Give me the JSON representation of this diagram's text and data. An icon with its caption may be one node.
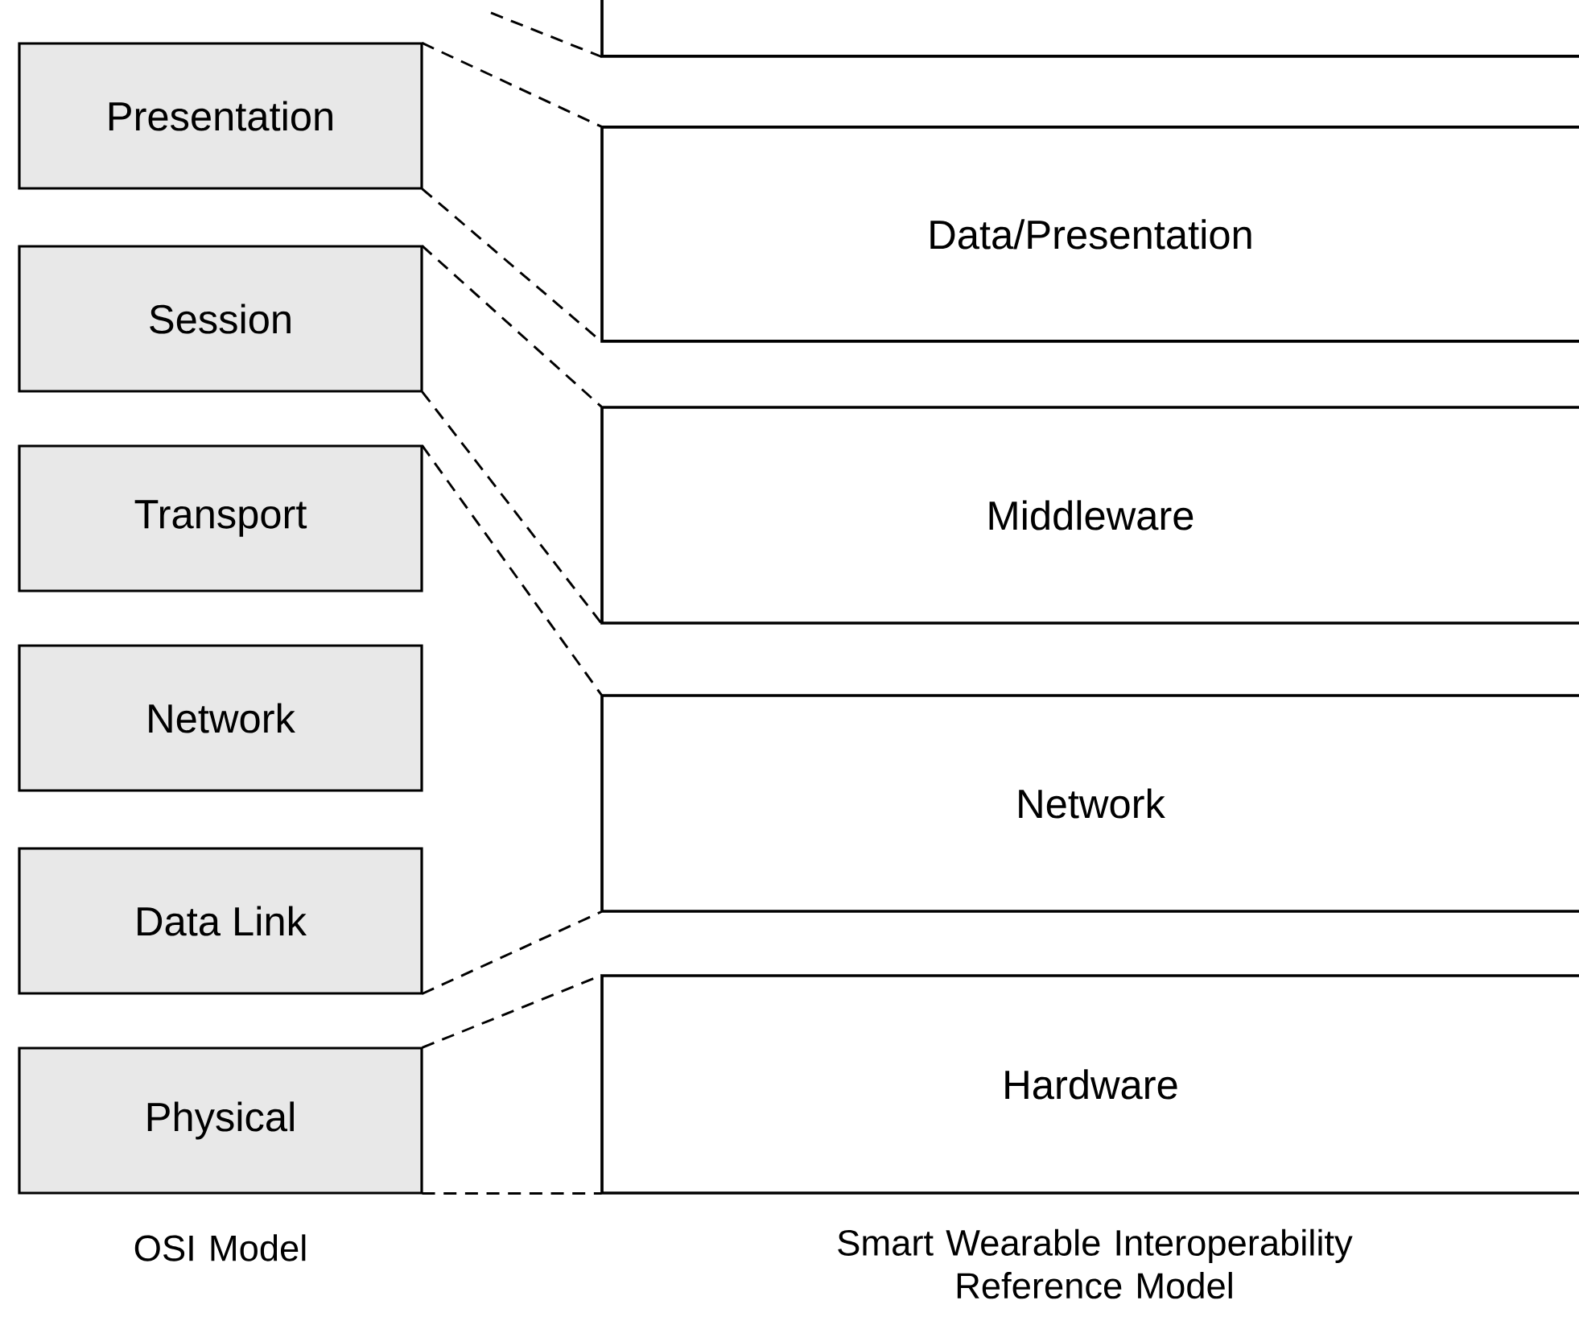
{
  "diagram": {
    "nodes": [
      {
        "text": [],
        "shape": "box"
      },
      {
        "text": [
          "Presentation"
        ]
      },
      {
        "text": [
          "Session"
        ]
      },
      {
        "text": [
          "Transport"
        ]
      },
      {
        "text": [
          "Network"
        ]
      },
      {
        "text": [
          "Data Link"
        ]
      },
      {
        "text": [
          "Physical"
        ]
      },
      {
        "text": [
          "Data/Presentation"
        ]
      },
      {
        "text": [
          "Middleware"
        ]
      },
      {
        "text": [
          "Network"
        ]
      },
      {
        "text": [
          "Hardware"
        ]
      }
    ],
    "edges": [
      {
        "from": null,
        "to": 0,
        "arrow": "none",
        "style": "dashed"
      },
      {
        "from": 1,
        "to": 7,
        "arrow": "none",
        "style": "dashed"
      },
      {
        "from": 1,
        "to": 7,
        "arrow": "none",
        "style": "dashed"
      },
      {
        "from": 2,
        "to": 8,
        "arrow": "none",
        "style": "dashed"
      },
      {
        "from": 2,
        "to": 8,
        "arrow": "none",
        "style": "dashed"
      },
      {
        "from": 3,
        "to": 9,
        "arrow": "none",
        "style": "dashed"
      },
      {
        "from": 5,
        "to": 9,
        "arrow": "none",
        "style": "dashed"
      },
      {
        "from": 6,
        "to": 10,
        "arrow": "none",
        "style": "dashed"
      },
      {
        "from": 6,
        "to": 10,
        "arrow": "none",
        "style": "dashed"
      }
    ],
    "labels": [
      "OSI Model",
      "Smart Wearable Interoperability Reference Model"
    ]
  }
}
